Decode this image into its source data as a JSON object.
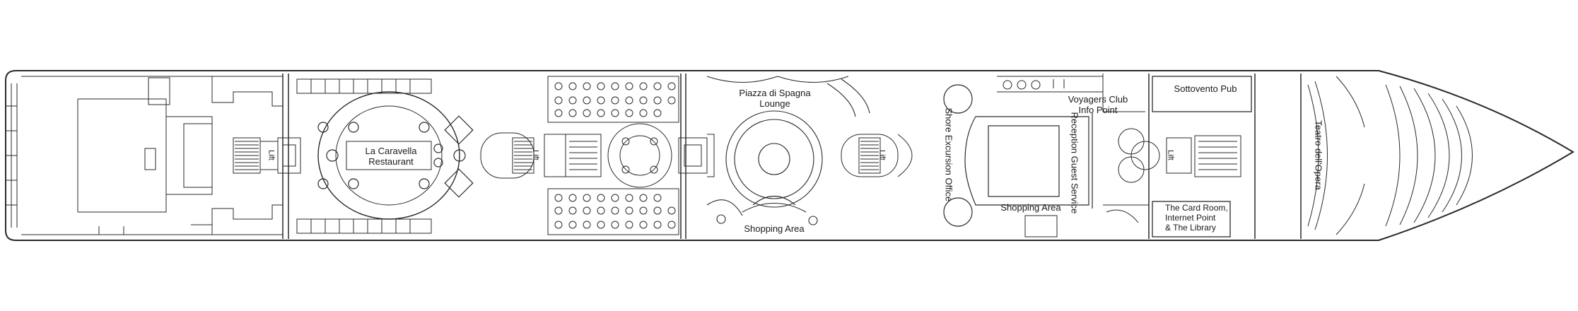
{
  "deck_plan": {
    "labels": {
      "la_caravella": "La Caravella\nRestaurant",
      "piazza_di_spagna": "Piazza di Spagna\nLounge",
      "shopping_area_1": "Shopping Area",
      "shore_excursion": "Shore Excursion\nOffice",
      "reception": "Reception\nGuest Service",
      "shopping_area_2": "Shopping Area",
      "voyagers_club": "Voyagers Club\nInfo Point",
      "sottovento_pub": "Sottovento Pub",
      "card_room": "The Card Room,\nInternet Point\n& The Library",
      "teatro": "Teatro dell'Opera",
      "lift": "Lift"
    }
  }
}
